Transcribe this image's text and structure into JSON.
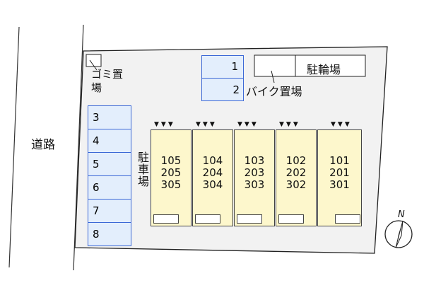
{
  "road": {
    "label": "道路"
  },
  "labels": {
    "garbage": "ゴミ置場",
    "parking": "駐車場",
    "bicycle": "駐輪場",
    "bike": "バイク置場",
    "north": "N"
  },
  "parking_top": [
    "1",
    "2"
  ],
  "parking_side": [
    "3",
    "4",
    "5",
    "6",
    "7",
    "8"
  ],
  "units": [
    {
      "rooms": [
        "105",
        "205",
        "305"
      ]
    },
    {
      "rooms": [
        "104",
        "204",
        "304"
      ]
    },
    {
      "rooms": [
        "103",
        "203",
        "303"
      ]
    },
    {
      "rooms": [
        "102",
        "202",
        "302"
      ]
    },
    {
      "rooms": [
        "101",
        "201",
        "301"
      ]
    }
  ],
  "colors": {
    "parking_fill": "#e3eefc",
    "parking_border": "#3b68d6",
    "building_fill": "#fdf7cc",
    "lot_fill": "#f2f2f2"
  }
}
